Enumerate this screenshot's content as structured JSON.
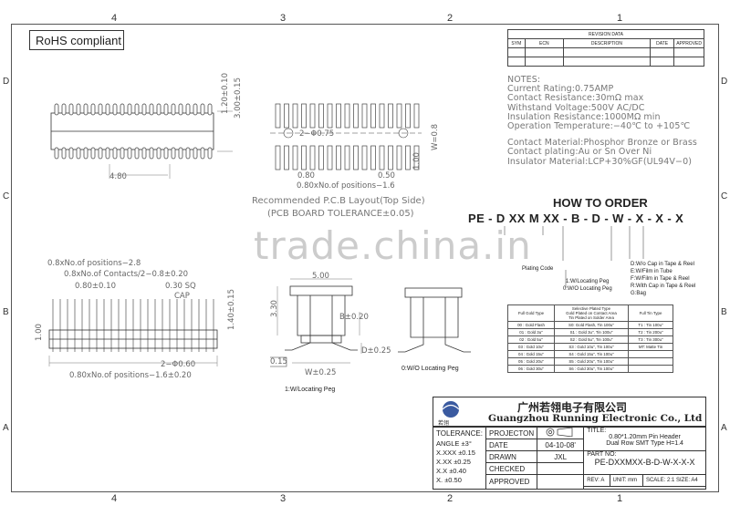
{
  "zones": {
    "top": [
      "4",
      "3",
      "2",
      "1"
    ],
    "bottom": [
      "4",
      "3",
      "2",
      "1"
    ],
    "left": [
      "D",
      "C",
      "B",
      "A"
    ],
    "right": [
      "D",
      "C",
      "B",
      "A"
    ]
  },
  "rohs": "RoHS compliant",
  "revision": {
    "title": "REVISION DATA",
    "headers": [
      "SYM",
      "ECN",
      "DESCRIPTION",
      "DATE",
      "APPROVED"
    ]
  },
  "notes": {
    "title": "NOTES:",
    "lines": [
      "Current  Rating:0.75AMP",
      "Contact  Resistance:30mΩ   max",
      "Withstand  Voltage:500V  AC/DC",
      "Insulation  Resistance:1000MΩ  min",
      "Operation  Temperature:−40℃ to +105℃",
      "",
      "Contact  Material:Phosphor  Bronze  or  Brass",
      "Contact  plating:Au  or  Sn  Over  Ni",
      "Insulator  Material:LCP+30%GF(UL94V−0)"
    ]
  },
  "how_to_order": {
    "title": "HOW TO ORDER",
    "code": "PE - D XX M XX - B - D - W - X - X - X",
    "plating_code": "Plating Code",
    "locating": [
      "1:W/Locating Peg",
      "0:W/O Locating Peg"
    ],
    "packaging": [
      "D:W/o Cap in Tape & Reel",
      "E:W/Film in Tube",
      "F:W/Film in Tape & Reel",
      "R:With Cap in Tape & Reel",
      "G:Bag"
    ]
  },
  "plating_table": {
    "headers": [
      "Full Gold Type",
      "Selective Plated Type\nGold Plated on Contact Area\nTin Plated on Solder Area",
      "Full Tin Type"
    ],
    "rows": [
      [
        "00 : Gold Flash",
        "S0: Gold Flash,  Tin 100u\"",
        "T1 : Tin 100u\""
      ],
      [
        "01 : Gold 3u\"",
        "S1 : Gold 3u\",  Tin 100u\"",
        "T2 : Tin 200u\""
      ],
      [
        "02 : Gold 5u\"",
        "S2 : Gold 5u\",  Tin 100u\"",
        "T3 : Tin 300u\""
      ],
      [
        "03 : Gold 10u\"",
        "S3 : Gold 10u\",  Tin 100u\"",
        "MT: Matte Tin"
      ],
      [
        "04 : Gold 15u\"",
        "S4 : Gold 15u\",  Tin 100u\"",
        ""
      ],
      [
        "05 : Gold 20u\"",
        "S5 : Gold 20u\",  Tin 100u\"",
        ""
      ],
      [
        "06 : Gold 30u\"",
        "S6 : Gold 30u\",  Tin 100u\"",
        ""
      ]
    ]
  },
  "drawing": {
    "dims_top": [
      "1.20±0.10",
      "3.00±0.15",
      "4.80",
      "2−Φ0.75",
      "W=0.8",
      "1.00",
      "0.80",
      "0.50",
      "0.80xNo.of  positions−1.6"
    ],
    "recommended": [
      "Recommended  P.C.B  Layout(Top  Side)",
      "(PCB  BOARD  TOLERANCE±0.05)"
    ],
    "dims_bottom": [
      "0.8xNo.of  positions−2.8",
      "0.8xNo.of  Contacts/2−0.8±0.20",
      "0.80±0.10",
      "0.30  SQ",
      "CAP",
      "1.40±0.15",
      "1.00",
      "2−Φ0.60",
      "0.80xNo.of  positions−1.6±0.20"
    ],
    "side": [
      "5.00",
      "3.30",
      "B±0.20",
      "D±0.25",
      "0.15",
      "W±0.25",
      "1:W/Locating Peg",
      "0:W/O Locating Peg"
    ]
  },
  "watermark": "trade.china.in",
  "company": {
    "cn": "广州若翎电子有限公司",
    "en": "Guangzhou  Running  Electronic  Co., Ltd",
    "logo_text": "若翎"
  },
  "title_block": {
    "tolerance_label": "TOLERANCE:",
    "tolerances": [
      [
        "ANGLE",
        "±3°"
      ],
      [
        "X.XXX",
        "±0.15"
      ],
      [
        "X.XX",
        "±0.25"
      ],
      [
        "X.X",
        "±0.40"
      ],
      [
        "X.",
        "±0.50"
      ]
    ],
    "projection_label": "PROJECTON",
    "date_label": "DATE",
    "date": "04-10-08'",
    "drawn_label": "DRAWN",
    "drawn": "JXL",
    "checked_label": "CHECKED",
    "approved_label": "APPROVED",
    "title_label": "TITLE:",
    "title": "0.80*1.20mm Pin Header",
    "title2": "Dual Row  SMT Type  H=1.4",
    "part_label": "PART NO:",
    "part_no": "PE-DXXMXX-B-D-W-X-X-X",
    "rev_label": "REV:",
    "rev": "A",
    "unit_label": "UNIT:",
    "unit": "mm",
    "scale_label": "SCALE:",
    "scale": "2:1",
    "size_label": "SIZE:",
    "size": "A4"
  }
}
